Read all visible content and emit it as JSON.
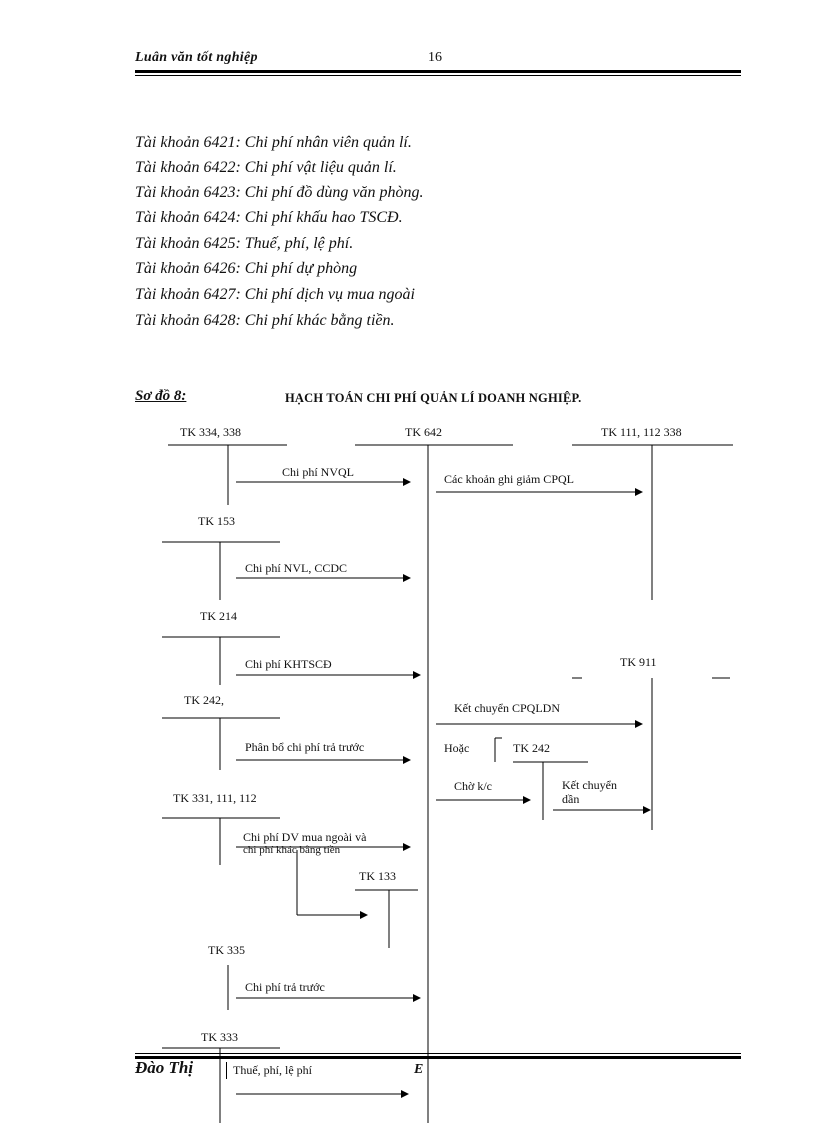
{
  "header": {
    "title": "Luân văn tốt nghiệp",
    "page_number": "16"
  },
  "accounts": [
    "Tài khoản 6421: Chi phí nhân viên quản lí.",
    "Tài khoản 6422: Chi phí vật liệu quản lí.",
    "Tài khoản 6423: Chi phí đồ dùng văn phòng.",
    "Tài khoản 6424: Chi phí khấu hao TSCĐ.",
    "Tài khoản 6425: Thuế, phí, lệ phí.",
    "Tài khoản 6426: Chi phí dự phòng",
    "Tài khoản 6427: Chi phí dịch vụ mua ngoài",
    "Tài khoản 6428: Chi phí khác bằng tiền."
  ],
  "diagram": {
    "label": "Sơ đồ 8:",
    "title": "HẠCH TOÁN CHI PHÍ QUẢN LÍ DOANH NGHIỆP.",
    "accounts": {
      "tk334": "TK 334, 338",
      "tk642": "TK 642",
      "tk111": "TK 111, 112 338",
      "tk153": "TK 153",
      "tk214": "TK 214",
      "tk911": "TK 911",
      "tk242a": "TK 242,",
      "tk242b": "TK 242",
      "tk331": "TK 331, 111, 112",
      "tk133": "TK 133",
      "tk335": "TK 335",
      "tk333": "TK 333"
    },
    "flows": {
      "nvql": "Chi phí NVQL",
      "giam_cpql": "Các khoản ghi giảm CPQL",
      "nvl_ccdc": "Chi phí NVL, CCDC",
      "khtscd": "Chi phí KHTSCĐ",
      "ket_chuyen": "Kết chuyển CPQLDN",
      "phan_bo": "Phân bổ chi phí trả trước",
      "hoac": "Hoặc",
      "cho_kc": "Chờ k/c",
      "ket_chuyen_dan_1": "Kết chuyển",
      "ket_chuyen_dan_2": "dần",
      "dv_mua_ngoai_1": "Chi phí DV mua ngoài và",
      "dv_mua_ngoai_2": "chi phí khác bằng tiền",
      "tra_truoc": "Chi phí  trả trước",
      "thue": "Thuế, phí, lệ phí"
    }
  },
  "footer": {
    "author_visible": "Đào Thị",
    "tail_visible": "E"
  }
}
